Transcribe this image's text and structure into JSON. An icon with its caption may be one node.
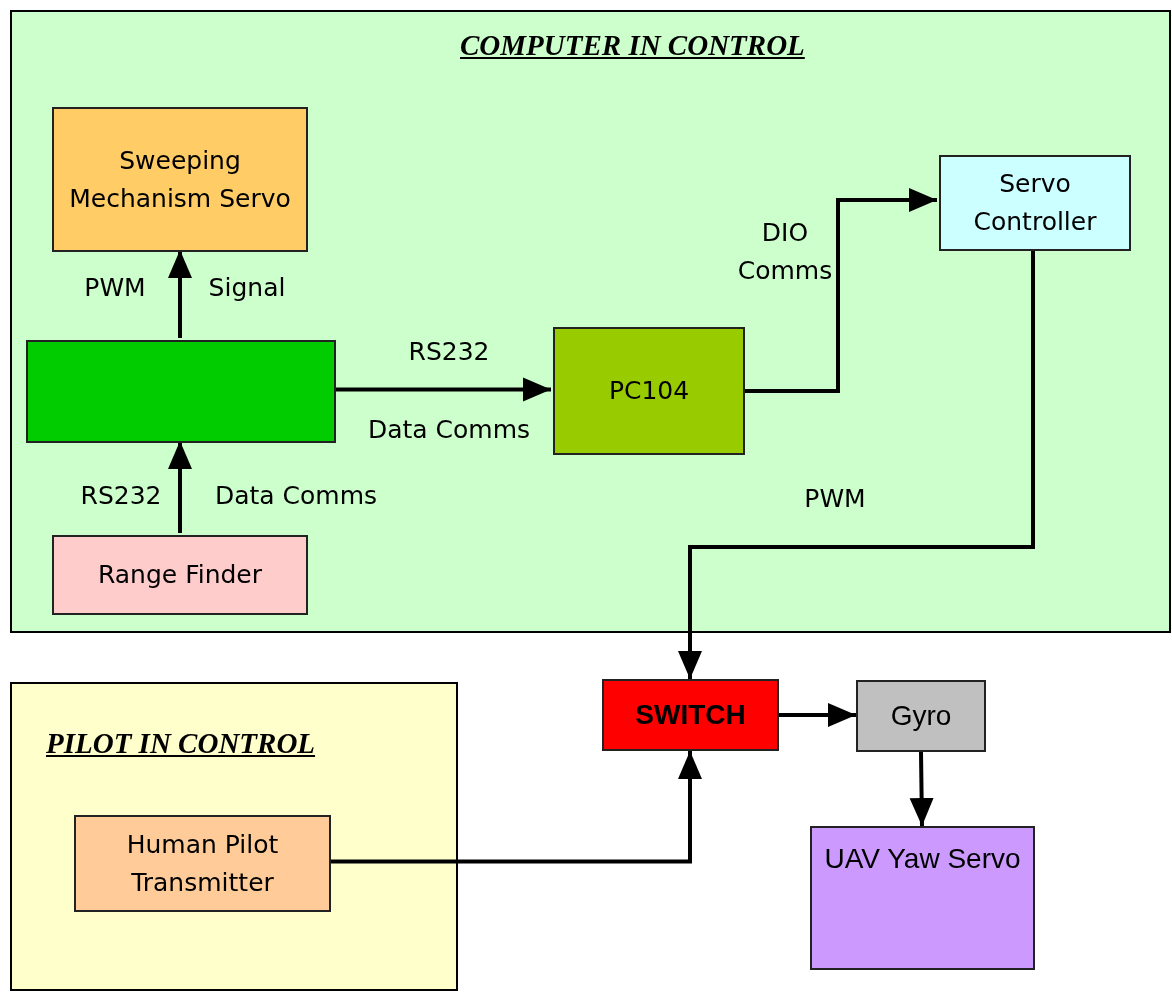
{
  "diagram": {
    "nodes": [
      {
        "text": [
          "COMPUTER IN CONTROL"
        ]
      },
      {
        "text": [
          "Sweeping Mechanism Servo"
        ],
        "in": 0
      },
      {
        "text": [],
        "shape": "box",
        "in": 0
      },
      {
        "text": [
          "Range Finder"
        ],
        "in": 0
      },
      {
        "text": [
          "PC104"
        ],
        "in": 0
      },
      {
        "text": [
          "Servo Controller"
        ],
        "in": 0
      },
      {
        "text": [
          "PILOT IN CONTROL"
        ]
      },
      {
        "text": [
          "Human Pilot Transmitter"
        ],
        "in": 6
      },
      {
        "text": [
          "SWITCH"
        ]
      },
      {
        "text": [
          "Gyro"
        ]
      },
      {
        "text": [
          "UAV Yaw Servo"
        ]
      }
    ],
    "edges": [
      {
        "from": 2,
        "to": 1,
        "arrow": "to"
      },
      {
        "from": 3,
        "to": 2,
        "arrow": "to"
      },
      {
        "from": 2,
        "to": 4,
        "arrow": "to"
      },
      {
        "from": 4,
        "to": 5,
        "arrow": "to",
        "label": "DIO Comms"
      },
      {
        "from": 5,
        "to": 8,
        "arrow": "to",
        "label": "PWM"
      },
      {
        "from": 7,
        "to": 8,
        "arrow": "to"
      },
      {
        "from": 8,
        "to": 9,
        "arrow": "to"
      },
      {
        "from": 9,
        "to": 10,
        "arrow": "to"
      }
    ],
    "labels": [
      "PWM",
      "Signal",
      "RS232",
      "Data Comms",
      "RS232",
      "Data Comms"
    ]
  }
}
